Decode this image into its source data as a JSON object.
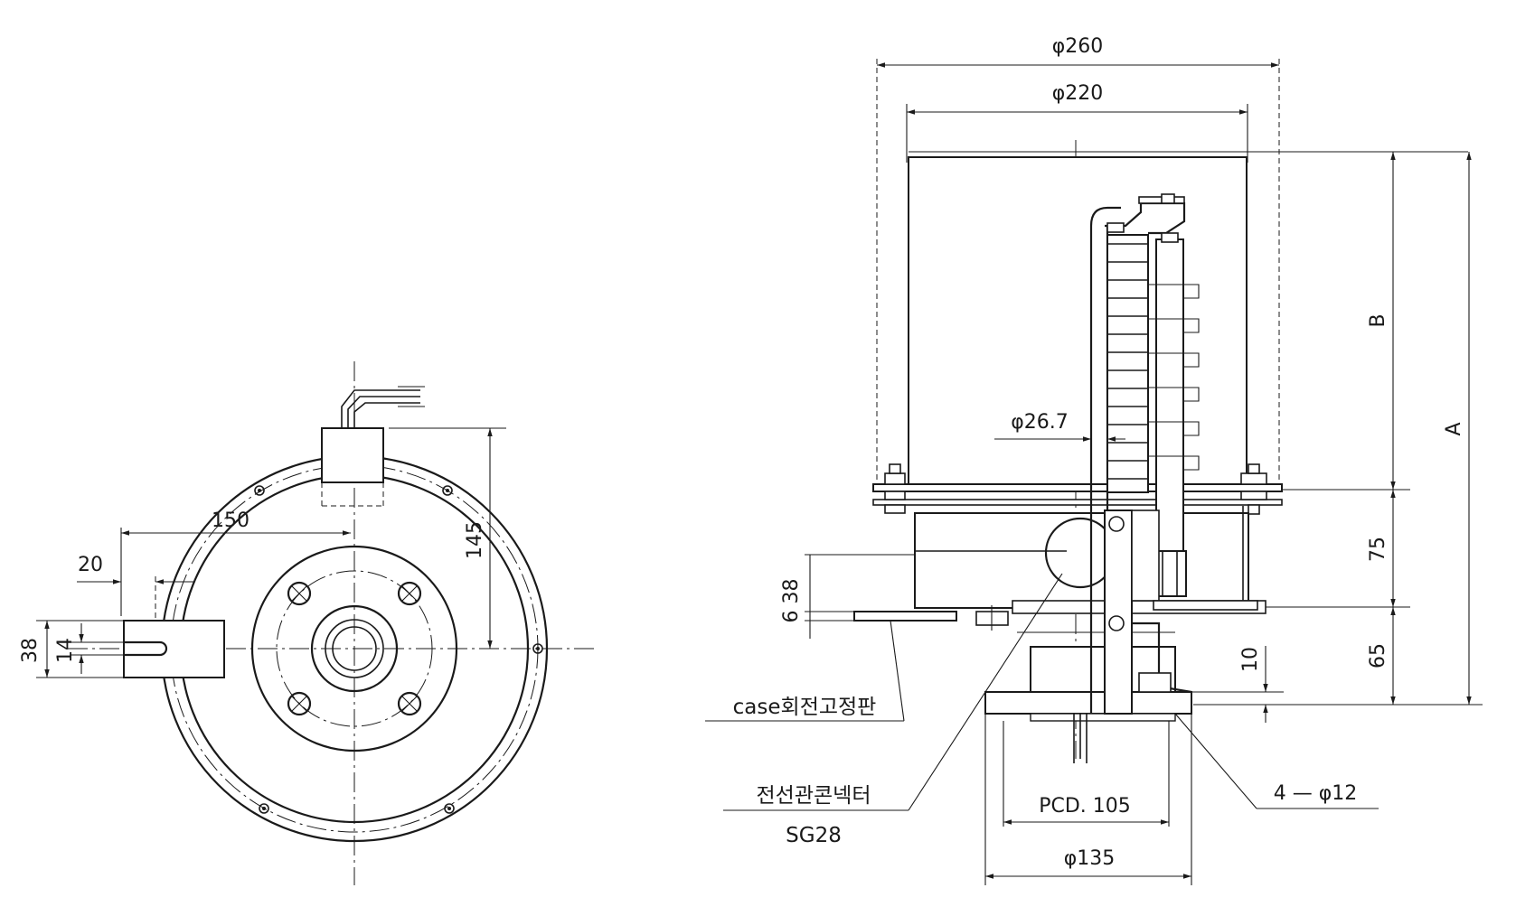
{
  "left_view": {
    "dims": {
      "d150": "150",
      "d20": "20",
      "d145": "145",
      "d38": "38",
      "d14": "14"
    }
  },
  "right_view": {
    "dims": {
      "d260": "φ260",
      "d220": "φ220",
      "d267": "φ26.7",
      "dB": "B",
      "dA": "A",
      "d75": "75",
      "d65": "65",
      "d10": "10",
      "d6_38": "6 38",
      "pcd": "PCD. 105",
      "d135": "φ135",
      "holes": "4 — φ12"
    },
    "labels": {
      "case_plate": "case회전고정판",
      "connector_name": "전선관콘넥터",
      "connector_code": "SG28"
    }
  }
}
